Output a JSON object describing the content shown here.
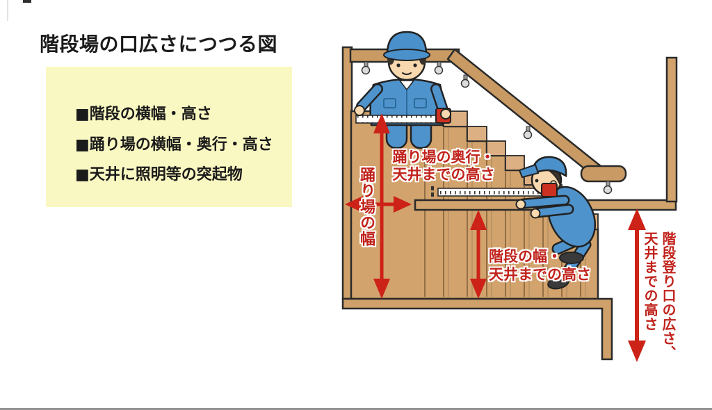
{
  "page": {
    "background": "#ffffff"
  },
  "title": "階段場の口広さにつつる図",
  "checklist": {
    "bg": "#faf8c2",
    "items": [
      "■階段の横幅・高さ",
      "■踊り場の横幅・奥行・高さ",
      "■天井に照明等の突起物"
    ]
  },
  "diagram": {
    "labels": {
      "landing_depth": {
        "line1": "踊り場の奥行・",
        "line2": "天井までの高さ"
      },
      "landing_width": "踊り場の幅",
      "stair": {
        "line1": "階段の幅・",
        "line2": "天井までの高さ"
      },
      "entrance": {
        "col1": "階段登り口の広さ、",
        "col2": "天井までの高さ"
      }
    },
    "colors": {
      "annotation_red": "#c0231c",
      "arrow_red": "#cc2217",
      "wood": "#d2a36c",
      "wood_light": "#ddb083",
      "outline": "#2a2a2a",
      "worker_blue": "#4f93cc",
      "cap_blue": "#4a90ca",
      "skin": "#f8d8ae",
      "tape_body_red": "#cb3020",
      "panel_yellow": "#faf8c2"
    }
  }
}
